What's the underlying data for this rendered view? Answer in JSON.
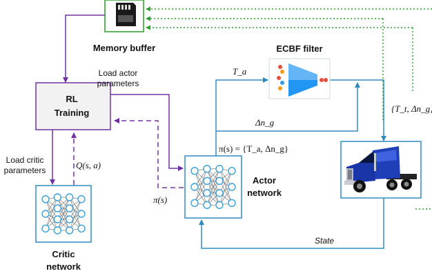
{
  "memory_buffer": {
    "label": "Memory buffer"
  },
  "ecbf_filter": {
    "label": "ECBF filter"
  },
  "rl_training": {
    "line1": "RL",
    "line2": "Training"
  },
  "actor_network": {
    "line1": "Actor",
    "line2": "network"
  },
  "critic_network": {
    "line1": "Critic",
    "line2": "network"
  },
  "edges": {
    "load_actor_line1": "Load actor",
    "load_actor_line2": "parameters",
    "load_critic_line1": "Load critic",
    "load_critic_line2": "parameters",
    "q_value": "Q(s, a)",
    "pi_s": "π(s)",
    "pi_s_full": "π(s) = {T_a, Δn_g}",
    "t_a": "T_a",
    "delta_ng": "Δn_g",
    "tt_delta_ng": "{T_t, Δn_g}",
    "state": "State"
  },
  "colors": {
    "purple": "#7030a0",
    "blue": "#2e8bc0",
    "green_dotted": "#2aa02a",
    "box_border_green": "#22a022"
  },
  "icons": [
    "memory-card-icon",
    "neural-network-icon",
    "funnel-icon",
    "truck-icon"
  ]
}
